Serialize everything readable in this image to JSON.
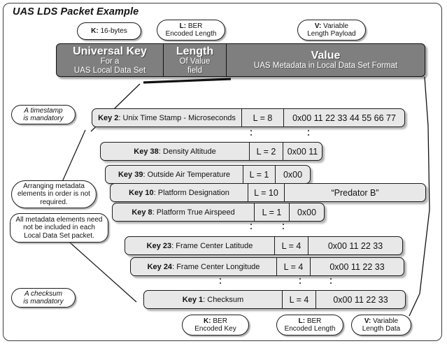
{
  "diagram": {
    "title": "UAS LDS Packet Example"
  },
  "top_callouts": [
    {
      "id": "k",
      "prefix": "K:",
      "text": "16-bytes",
      "line2": ""
    },
    {
      "id": "l",
      "prefix": "L:",
      "text": "BER",
      "line2": "Encoded Length"
    },
    {
      "id": "v",
      "prefix": "V:",
      "text": "Variable",
      "line2": "Length Payload"
    }
  ],
  "bottom_callouts": [
    {
      "id": "k",
      "prefix": "K:",
      "text": "BER",
      "line2": "Encoded Key"
    },
    {
      "id": "l",
      "prefix": "L:",
      "text": "BER",
      "line2": "Encoded Length"
    },
    {
      "id": "v",
      "prefix": "V:",
      "text": "Variable",
      "line2": "Length Data"
    }
  ],
  "klv_header": {
    "key": {
      "big": "Universal Key",
      "sub1": "For a",
      "sub2": "UAS Local Data Set"
    },
    "length": {
      "big": "Length",
      "sub1": "Of Value",
      "sub2": "field"
    },
    "value": {
      "big": "Value",
      "sub1": "UAS Metadata in Local Data Set Format",
      "sub2": ""
    }
  },
  "side_notes": [
    {
      "id": "timestamp",
      "line1": "A timestamp",
      "line2": "is mandatory",
      "line3": ""
    },
    {
      "id": "ordering",
      "line1": "Arranging metadata",
      "line2": "elements in order is not",
      "line3": "required."
    },
    {
      "id": "optional",
      "line1": "All metadata elements need",
      "line2": "not be included in each",
      "line3": "Local Data Set packet."
    },
    {
      "id": "checksum",
      "line1": "A checksum",
      "line2": "is mandatory",
      "line3": ""
    }
  ],
  "rows": [
    {
      "key_num": "Key 2",
      "key_name": "Unix Time Stamp - Microseconds",
      "length": "L = 8",
      "value": "0x00 11 22 33 44 55 66 77"
    },
    {
      "key_num": "Key 38",
      "key_name": "Density Altitude",
      "length": "L = 2",
      "value": "0x00 11"
    },
    {
      "key_num": "Key 39",
      "key_name": "Outside Air Temperature",
      "length": "L = 1",
      "value": "0x00"
    },
    {
      "key_num": "Key 10",
      "key_name": "Platform Designation",
      "length": "L = 10",
      "value": "“Predator B”"
    },
    {
      "key_num": "Key 8",
      "key_name": "Platform True Airspeed",
      "length": "L = 1",
      "value": "0x00"
    },
    {
      "key_num": "Key 23",
      "key_name": "Frame Center Latitude",
      "length": "L = 4",
      "value": "0x00 11 22 33"
    },
    {
      "key_num": "Key 24",
      "key_name": "Frame Center Longitude",
      "length": "L = 4",
      "value": "0x00 11 22 33"
    },
    {
      "key_num": "Key 1",
      "key_name": "Checksum",
      "length": "L = 4",
      "value": "0x00 11 22 33"
    }
  ],
  "colors": {
    "header_fill": "#7f7f7f",
    "row_fill": "#e8e8e8",
    "stroke": "#1b1b1b",
    "page": "#ffffff"
  }
}
